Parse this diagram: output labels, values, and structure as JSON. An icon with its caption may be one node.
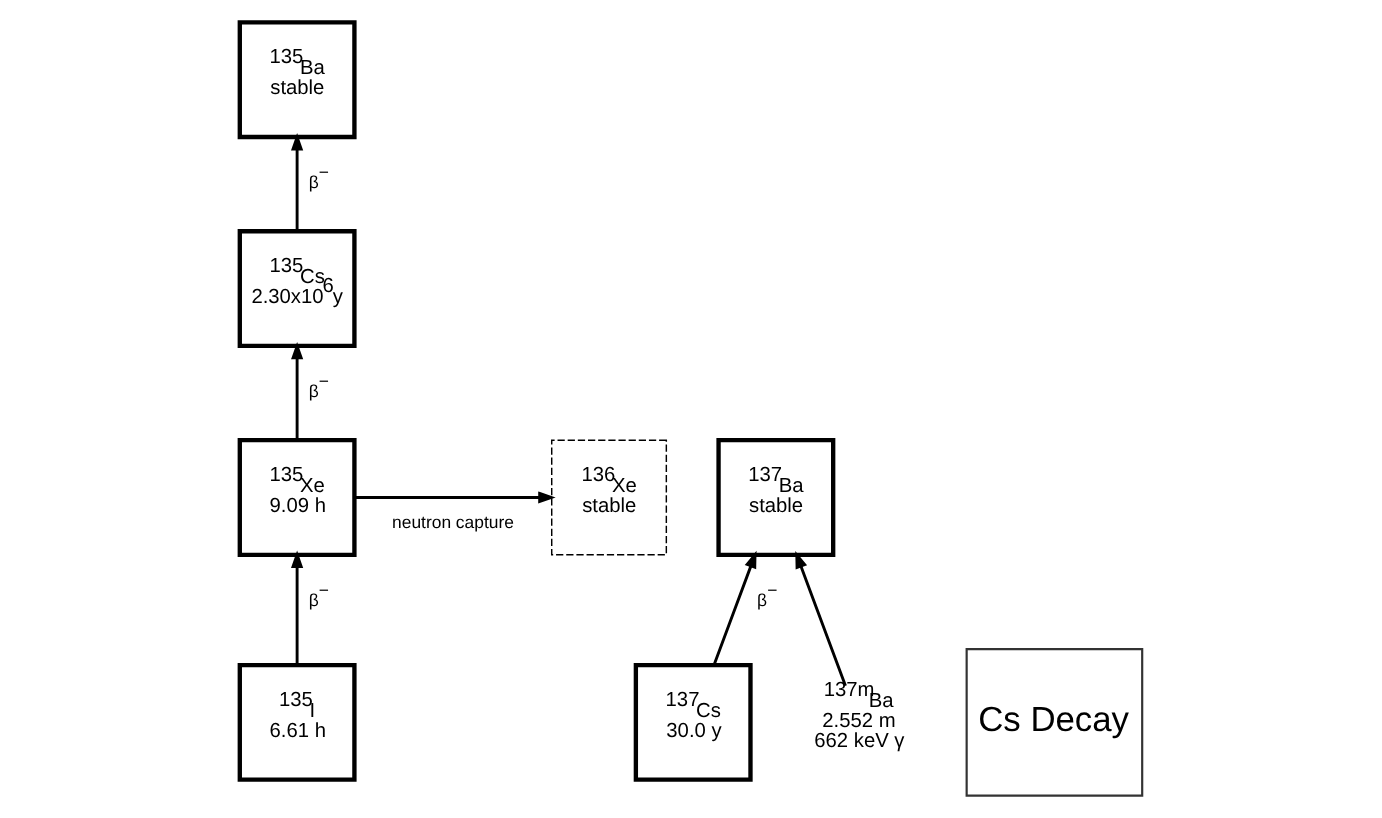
{
  "diagram": {
    "nodes": [
      {
        "text": [
          "$^{135}$I",
          "6.61 h"
        ]
      },
      {
        "text": [
          "$^{135}$Xe",
          "9.09 h"
        ]
      },
      {
        "text": [
          "$^{136}$Xe",
          "stable"
        ]
      },
      {
        "text": [
          "$^{135}$Cs",
          "2.30x10$^{6}$y"
        ]
      },
      {
        "text": [
          "$^{135}$Ba",
          "stable"
        ]
      },
      {
        "text": [
          "$^{137}$Cs",
          "30.0 y"
        ]
      },
      {
        "text": [
          "$^{137}$Ba",
          "stable"
        ]
      },
      {
        "text": [
          "$^{137m}$Ba",
          "2.552 m",
          "662 keV γ"
        ]
      },
      {
        "text": [
          "Cs Decay"
        ]
      }
    ],
    "edges": [
      {
        "from": 0,
        "to": 1,
        "arrow": "to",
        "label": "β$^{−}$"
      },
      {
        "from": 1,
        "to": 3,
        "arrow": "to",
        "label": "β$^{−}$"
      },
      {
        "from": 3,
        "to": 4,
        "arrow": "to",
        "label": "β$^{−}$"
      },
      {
        "from": 1,
        "to": 2,
        "arrow": "to",
        "label": "neutron capture"
      },
      {
        "from": 5,
        "to": 6,
        "arrow": "to",
        "label": "β$^{−}$"
      },
      {
        "from": 7,
        "to": 6,
        "arrow": "to"
      }
    ]
  }
}
